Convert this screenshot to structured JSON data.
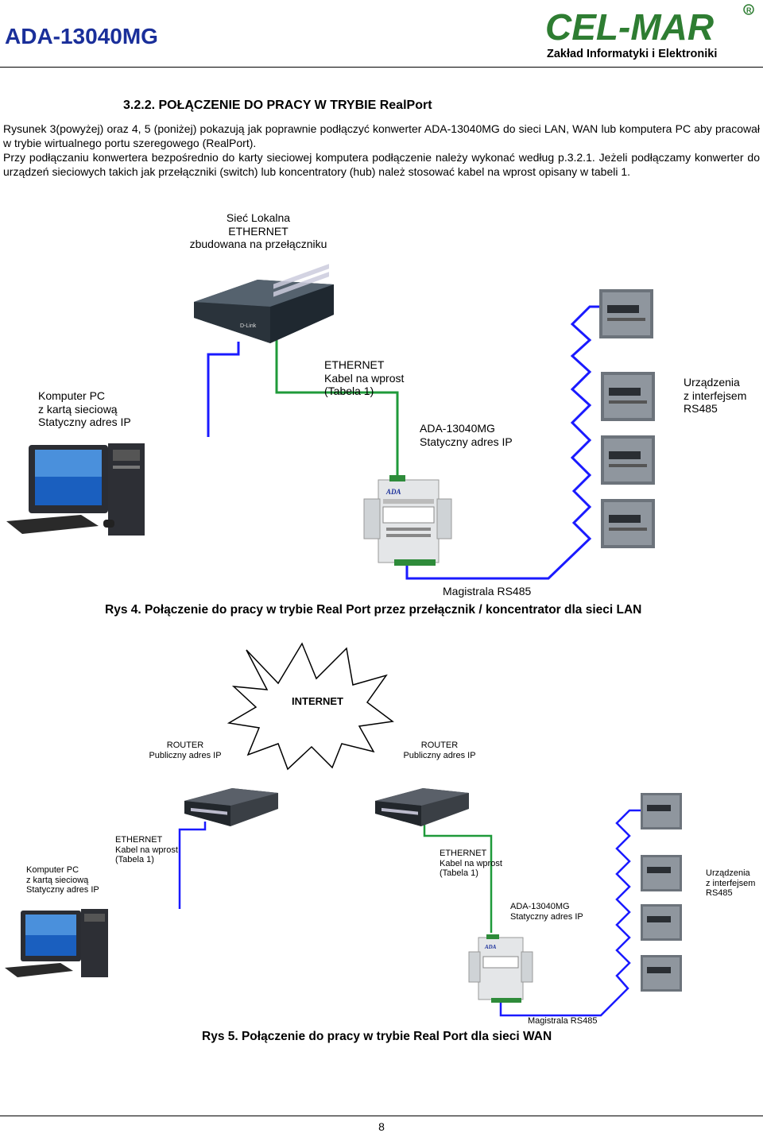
{
  "header": {
    "doc_title": "ADA-13040MG",
    "logo_text": "CEL-MAR",
    "logo_subtitle": "Zakład Informatyki i Elektroniki"
  },
  "section": {
    "title": "3.2.2. POŁĄCZENIE DO PRACY W TRYBIE  RealPort",
    "para1": "Rysunek 3(powyżej) oraz 4, 5 (poniżej) pokazują jak poprawnie podłączyć konwerter ADA-13040MG do sieci LAN, WAN lub komputera PC aby pracował w trybie  wirtualnego portu szeregowego (RealPort).",
    "para2": "Przy podłączaniu konwertera bezpośrednio do karty sieciowej komputera podłączenie należy wykonać według p.3.2.1. Jeżeli podłączamy konwerter do urządzeń sieciowych takich jak przełączniki (switch) lub koncentratory (hub) należ stosować kabel na wprost opisany w tabeli 1."
  },
  "fig4": {
    "lan_label": [
      "Sieć Lokalna",
      "ETHERNET",
      "zbudowana na  przełączniku"
    ],
    "pc_label": [
      "Komputer PC",
      "z kartą sieciową",
      "Statyczny adres IP"
    ],
    "cable_label": [
      "ETHERNET",
      "Kabel na wprost",
      "(Tabela 1)"
    ],
    "ada_label": [
      "ADA-13040MG",
      "Statyczny adres IP"
    ],
    "devices_label": [
      "Urządzenia",
      "z interfejsem",
      "RS485"
    ],
    "bus_label": "Magistrala RS485",
    "caption": "Rys 4. Połączenie do pracy w trybie Real Port przez przełącznik / koncentrator dla sieci LAN",
    "switch_brand": "D-Link"
  },
  "fig5": {
    "internet_label": "INTERNET",
    "router1_label": [
      "ROUTER",
      "Publiczny adres IP"
    ],
    "router2_label": [
      "ROUTER",
      "Publiczny adres IP"
    ],
    "cable1_label": [
      "ETHERNET",
      "Kabel na wprost",
      "(Tabela 1)"
    ],
    "cable2_label": [
      "ETHERNET",
      "Kabel na wprost",
      "(Tabela 1)"
    ],
    "pc_label": [
      "Komputer PC",
      "z kartą sieciową",
      "Statyczny adres IP"
    ],
    "ada_label": [
      "ADA-13040MG",
      "Statyczny adres IP"
    ],
    "devices_label": [
      "Urządzenia",
      "z interfejsem",
      "RS485"
    ],
    "bus_label": "Magistrala RS485",
    "caption": "Rys 5. Połączenie do pracy w trybie Real Port dla sieci WAN"
  },
  "footer": {
    "page_number": "8"
  },
  "colors": {
    "title_blue": "#1a2f9a",
    "logo_green": "#2e7d32",
    "cable_blue": "#1a1aff",
    "cable_green": "#1f9a3a"
  },
  "icons": [
    "switch-icon",
    "computer-icon",
    "converter-icon",
    "rs485-device-icon",
    "router-icon",
    "internet-star-icon"
  ]
}
